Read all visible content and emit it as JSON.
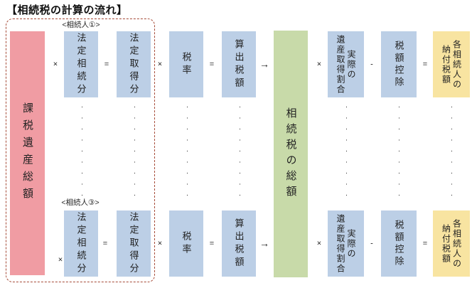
{
  "title": "【相続税の計算の流れ】",
  "heirs": {
    "first_label": "<相続人①>",
    "third_label": "<相続人③>"
  },
  "boxes": {
    "taxable_estate_total": "課税遺産総額",
    "statutory_inheritance_share": "法定相続分",
    "statutory_acquired_share": "法定取得分",
    "tax_rate": "税率",
    "calculated_tax_amount": "算出税額",
    "inheritance_tax_total": "相続税の総額",
    "actual_acquisition_ratio": {
      "line1": "実際の",
      "line2": "遺産取得割合"
    },
    "tax_credit": "税額控除",
    "tax_payable_per_heir": {
      "line1": "各相続人の",
      "line2": "納付税額"
    }
  },
  "operators": {
    "multiply": "×",
    "equals": "=",
    "minus": "-",
    "arrow": "→"
  },
  "ellipsis": "·········",
  "colors": {
    "pink_box": "#f09ca3",
    "blue_box": "#bccfe6",
    "green_box": "#c8daa9",
    "yellow_box": "#f8e4a1",
    "dashed_border": "#a64b38"
  }
}
